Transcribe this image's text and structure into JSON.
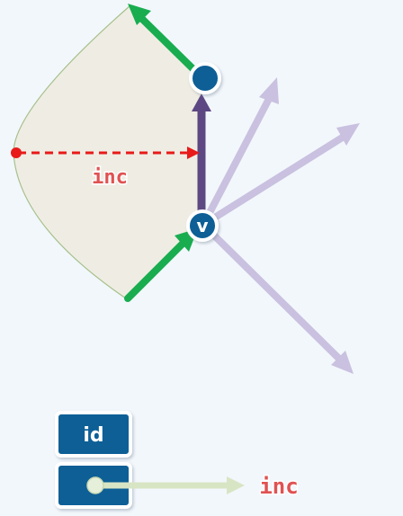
{
  "diagram": {
    "vertex_label": "v",
    "inc_label": "inc",
    "field_id_label": "id",
    "field_inc_label": "inc"
  },
  "colors": {
    "background": "#f2f7fc",
    "shaded_region": "#efede3",
    "region_outline": "#a6c08b",
    "green_arrow": "#19ad50",
    "purple_arrow": "#5e4883",
    "faded_arrow": "#c9c1df",
    "red_dashed": "#e81a1a",
    "node_blue": "#0e5f96",
    "inc_text": "#e05252",
    "pointer_line": "#d8e5c4"
  }
}
